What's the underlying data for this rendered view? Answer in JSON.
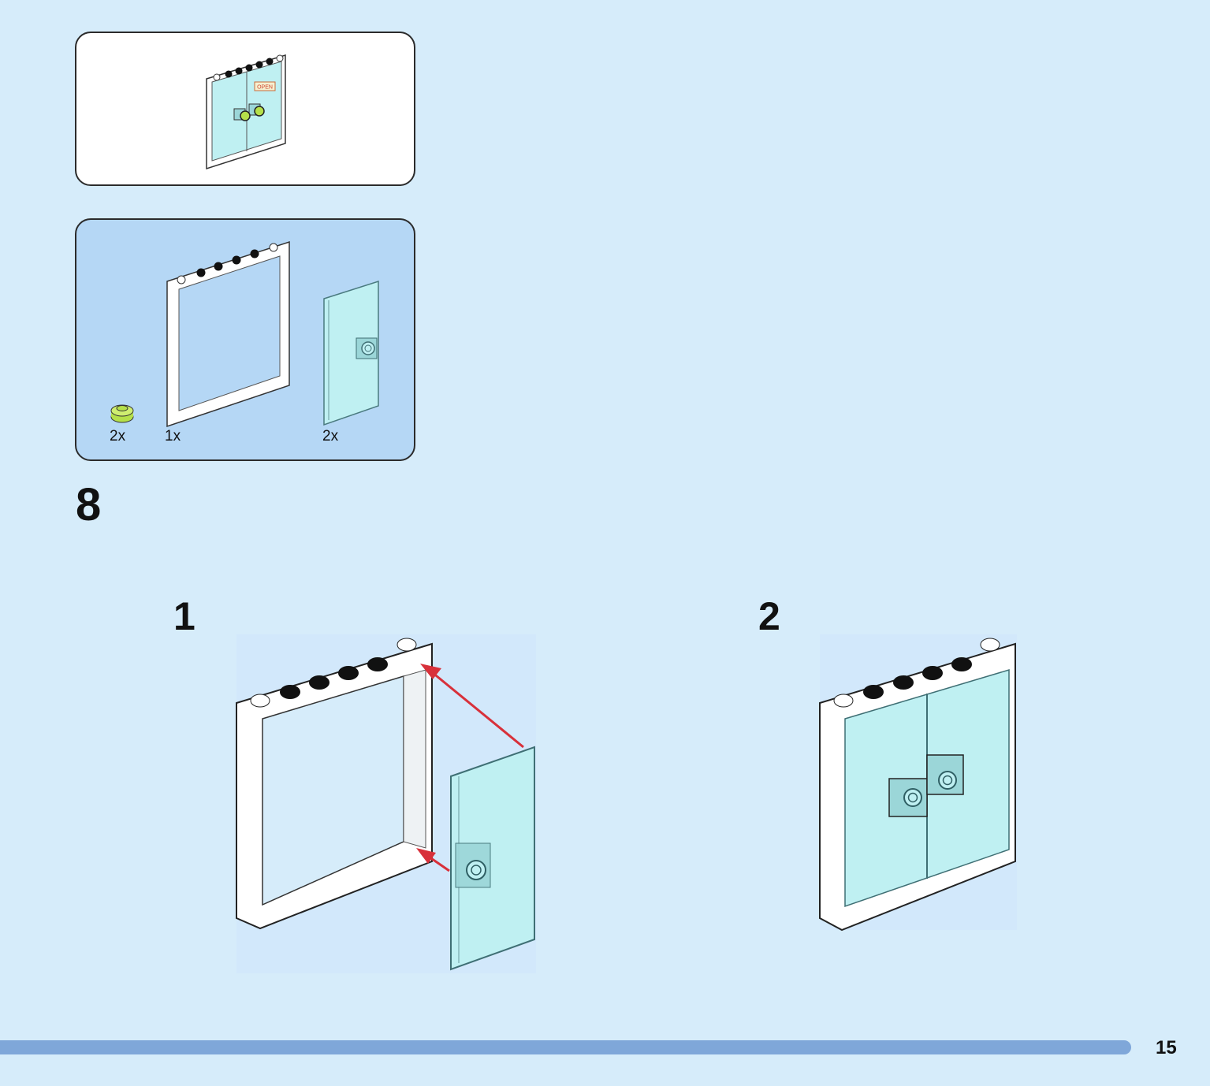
{
  "step": {
    "number": "8"
  },
  "preview": {
    "sign_text": "OPEN"
  },
  "parts": [
    {
      "name": "round-plate-lime",
      "qty": "2x"
    },
    {
      "name": "window-frame",
      "qty": "1x"
    },
    {
      "name": "glass-door-panel",
      "qty": "2x"
    }
  ],
  "substeps": [
    {
      "label": "1"
    },
    {
      "label": "2"
    }
  ],
  "footer": {
    "page_number": "15"
  },
  "colors": {
    "background": "#d6ecfa",
    "parts_panel": "#b5d7f5",
    "footer_bar": "#7fa7d9",
    "glass": "#bff0f2",
    "lime": "#b5e04a",
    "arrow": "#d8303a"
  }
}
